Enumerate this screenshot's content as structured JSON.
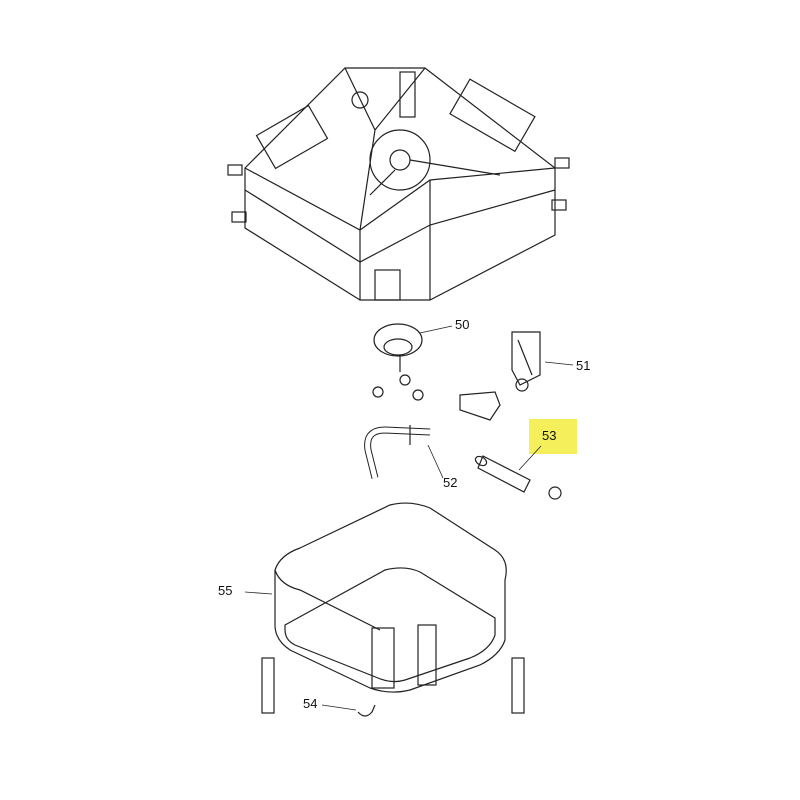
{
  "diagram": {
    "highlight_color": "#f4ef5a",
    "line_color": "#222222",
    "parts": [
      {
        "id": "50",
        "label": "50"
      },
      {
        "id": "51",
        "label": "51"
      },
      {
        "id": "52",
        "label": "52"
      },
      {
        "id": "53",
        "label": "53",
        "highlighted": true
      },
      {
        "id": "54",
        "label": "54"
      },
      {
        "id": "55",
        "label": "55"
      }
    ]
  }
}
